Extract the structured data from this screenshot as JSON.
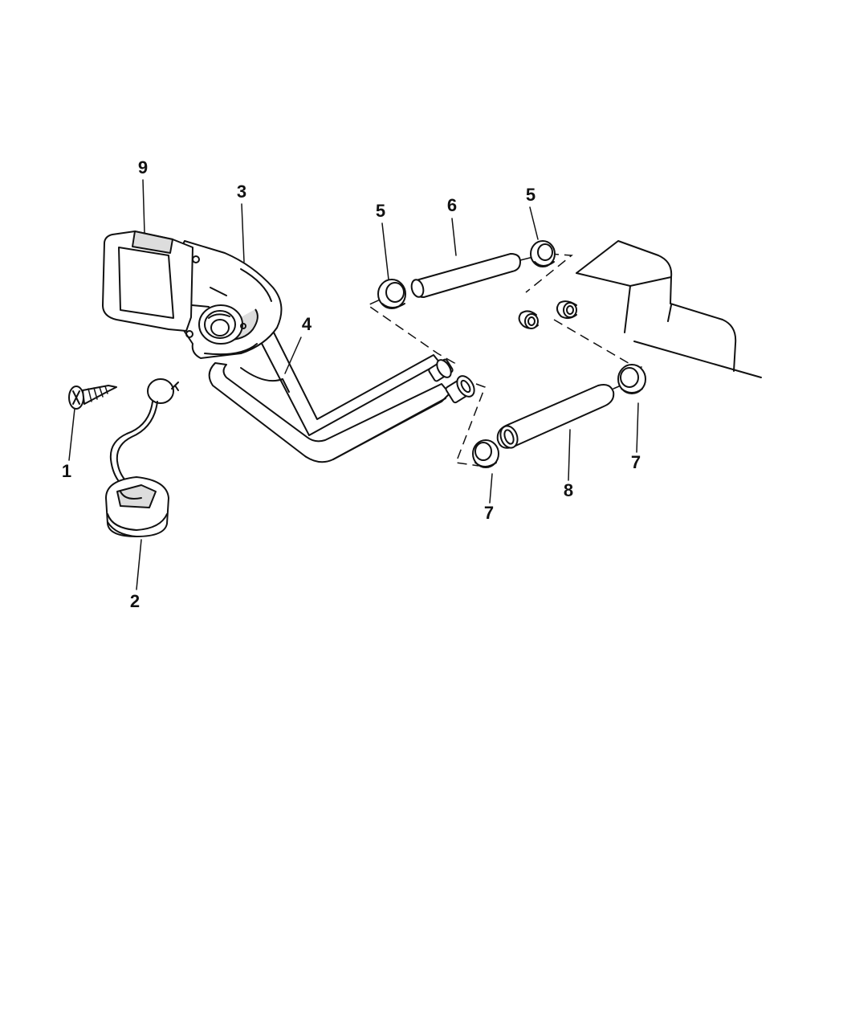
{
  "callouts": [
    "9",
    "3",
    "5",
    "6",
    "5",
    "4",
    "1",
    "2",
    "7",
    "8",
    "7"
  ]
}
